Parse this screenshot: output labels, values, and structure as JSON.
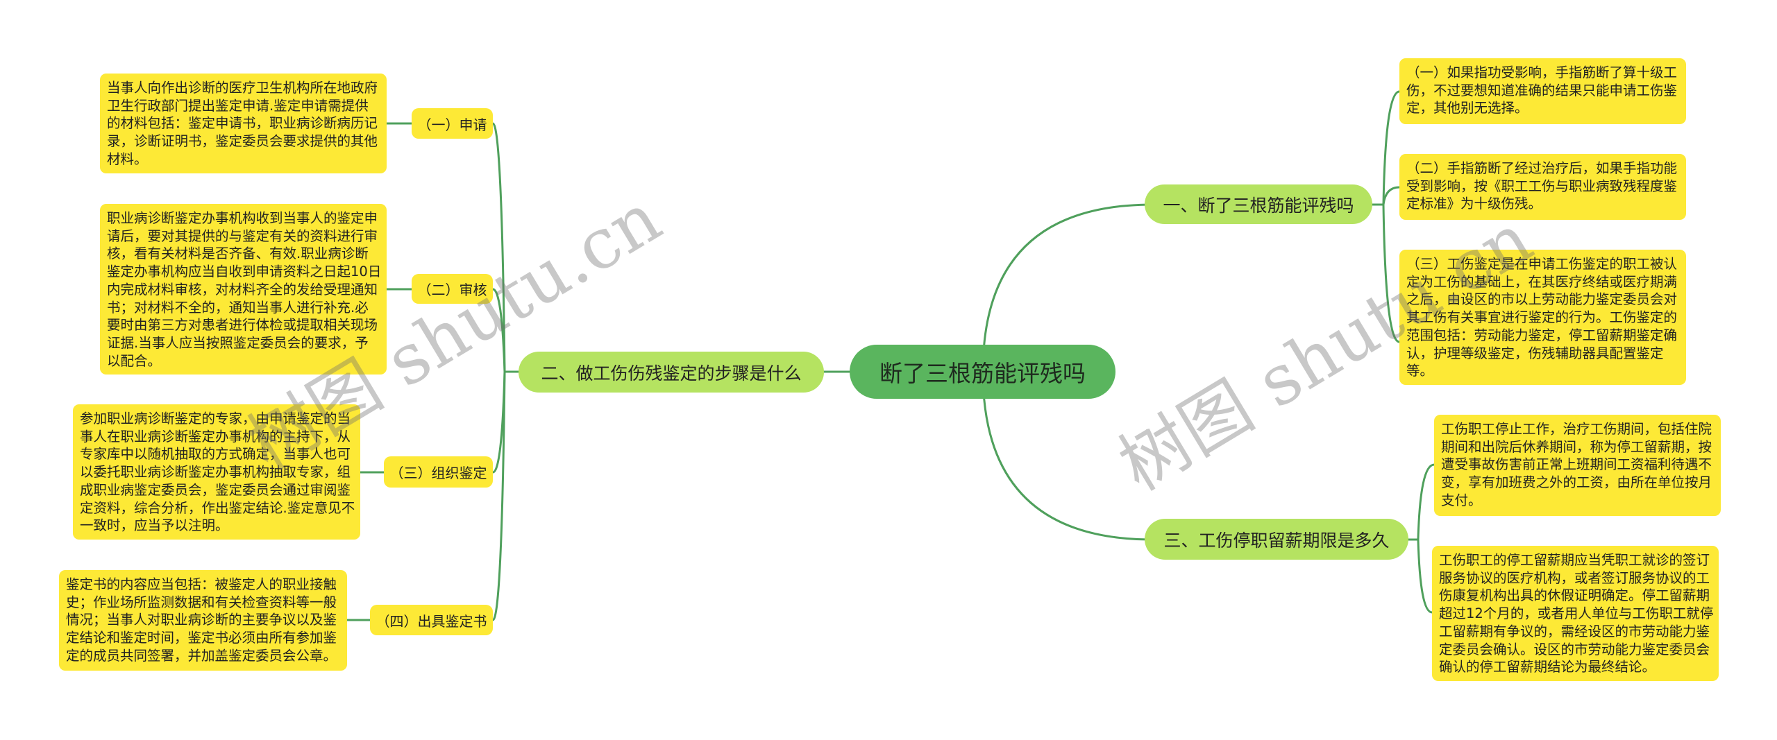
{
  "diagram": {
    "root": {
      "label": "断了三根筋能评残吗"
    },
    "branches": [
      {
        "label": "一、断了三根筋能评残吗",
        "children": [
          {
            "text": "（一）如果指功受影响，手指筋断了算十级工伤，不过要想知道准确的结果只能申请工伤鉴定，其他别无选择。"
          },
          {
            "text": "（二）手指筋断了经过治疗后，如果手指功能受到影响，按《职工工伤与职业病致残程度鉴定标准》为十级伤残。"
          },
          {
            "text": "（三）工伤鉴定是在申请工伤鉴定的职工被认定为工伤的基础上，在其医疗终结或医疗期满之后，由设区的市以上劳动能力鉴定委员会对其工伤有关事宜进行鉴定的行为。工伤鉴定的范围包括：劳动能力鉴定，停工留薪期鉴定确认，护理等级鉴定，伤残辅助器具配置鉴定等。"
          }
        ]
      },
      {
        "label": "二、做工伤伤残鉴定的步骤是什么",
        "children": [
          {
            "label": "（一）申请",
            "detail": "当事人向作出诊断的医疗卫生机构所在地政府卫生行政部门提出鉴定申请.鉴定申请需提供的材料包括：鉴定申请书，职业病诊断病历记录，诊断证明书，鉴定委员会要求提供的其他材料。"
          },
          {
            "label": "（二）审核",
            "detail": "职业病诊断鉴定办事机构收到当事人的鉴定申请后，要对其提供的与鉴定有关的资料进行审核，看有关材料是否齐备、有效.职业病诊断鉴定办事机构应当自收到申请资料之日起10日内完成材料审核，对材料齐全的发给受理通知书；对材料不全的，通知当事人进行补充.必要时由第三方对患者进行体检或提取相关现场证据.当事人应当按照鉴定委员会的要求，予以配合。"
          },
          {
            "label": "（三）组织鉴定",
            "detail": "参加职业病诊断鉴定的专家，由申请鉴定的当事人在职业病诊断鉴定办事机构的主持下，从专家库中以随机抽取的方式确定，当事人也可以委托职业病诊断鉴定办事机构抽取专家，组成职业病鉴定委员会，鉴定委员会通过审阅鉴定资料，综合分析，作出鉴定结论.鉴定意见不一致时，应当予以注明。"
          },
          {
            "label": "（四）出具鉴定书",
            "detail": "鉴定书的内容应当包括：被鉴定人的职业接触史；作业场所监测数据和有关检查资料等一般情况；当事人对职业病诊断的主要争议以及鉴定结论和鉴定时间，鉴定书必须由所有参加鉴定的成员共同签署，并加盖鉴定委员会公章。"
          }
        ]
      },
      {
        "label": "三、工伤停职留薪期限是多久",
        "children": [
          {
            "text": "工伤职工停止工作，治疗工伤期间，包括住院期间和出院后休养期间，称为停工留薪期，按遭受事故伤害前正常上班期间工资福利待遇不变，享有加班费之外的工资，由所在单位按月支付。"
          },
          {
            "text": "工伤职工的停工留薪期应当凭职工就诊的签订服务协议的医疗机构，或者签订服务协议的工伤康复机构出具的休假证明确定。停工留薪期超过12个月的，或者用人单位与工伤职工就停工留薪期有争议的，需经设区的市劳动能力鉴定委员会确认。设区的市劳动能力鉴定委员会确认的停工留薪期结论为最终结论。"
          }
        ]
      }
    ]
  },
  "watermark": {
    "text": "树图 shutu.cn"
  },
  "colors": {
    "root_fill": "#5ab55e",
    "branch_fill": "#b5e361",
    "leaf_fill": "#fde936",
    "connector": "#4fa05c",
    "text": "#222222"
  }
}
